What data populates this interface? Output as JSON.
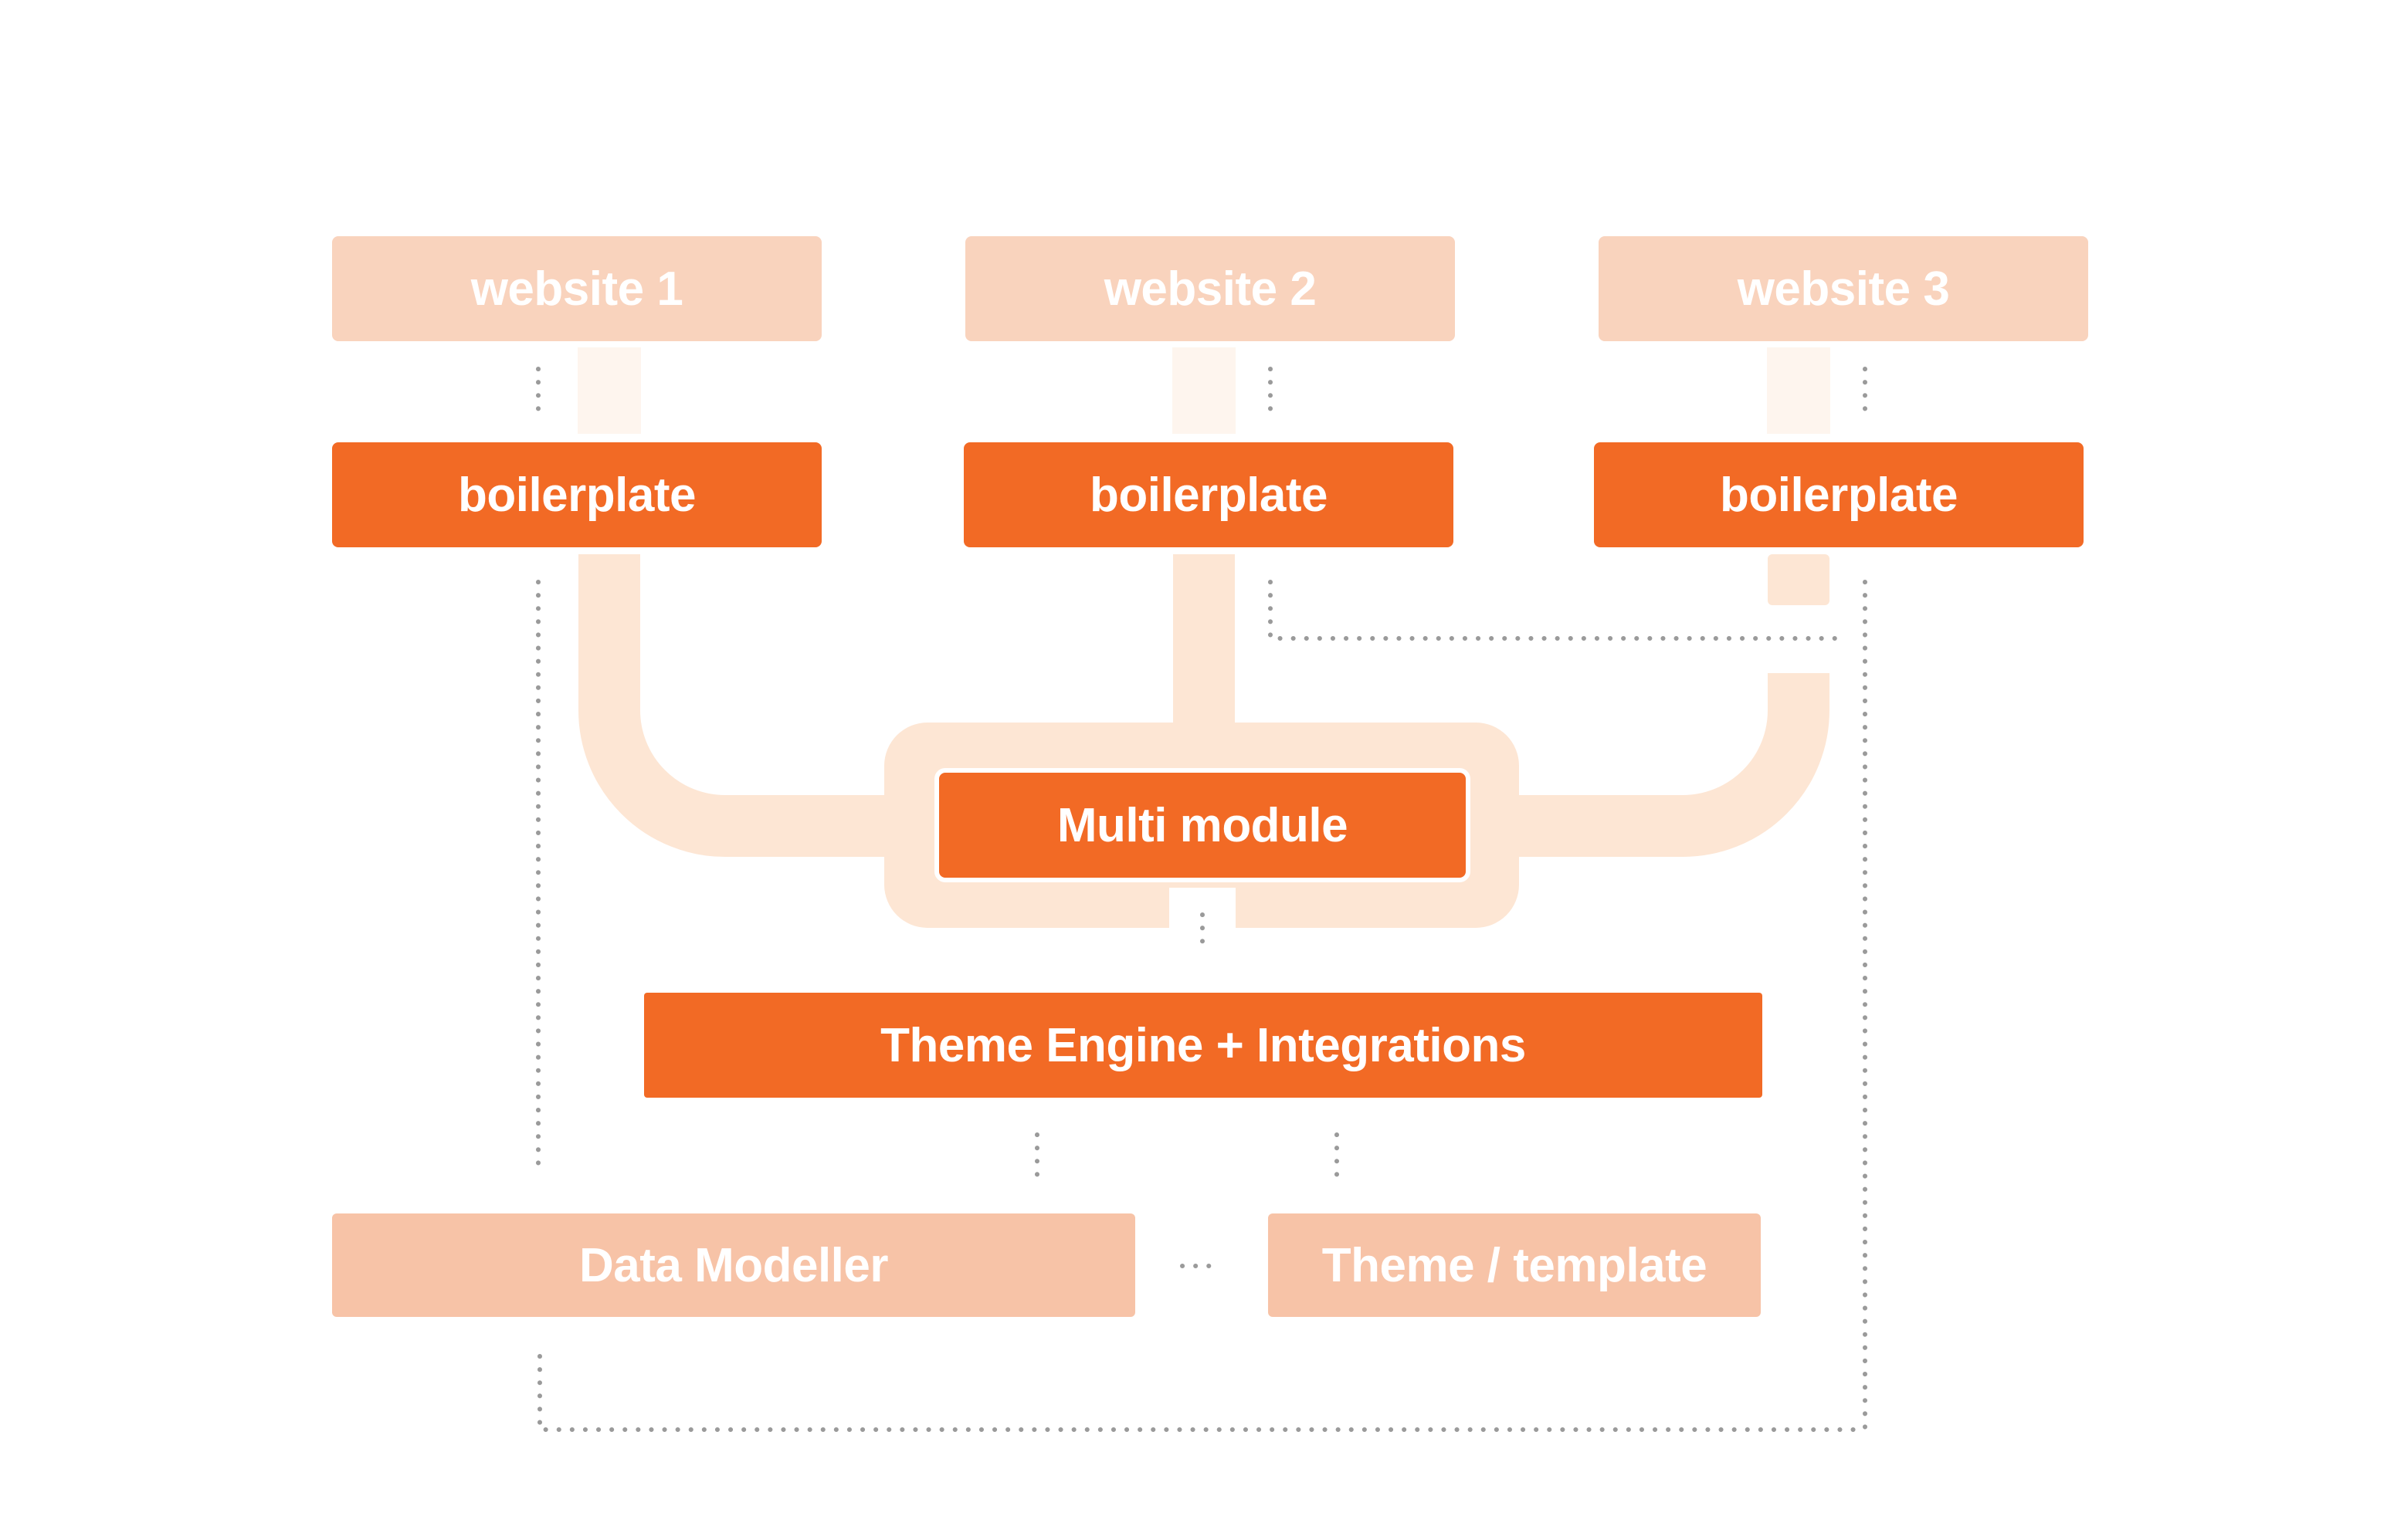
{
  "diagram": {
    "websites": [
      "website 1",
      "website 2",
      "website 3"
    ],
    "boilerplates": [
      "boilerplate",
      "boilerplate",
      "boilerplate"
    ],
    "multi_module": "Multi module",
    "theme_engine": "Theme Engine + Integrations",
    "data_modeller": "Data Modeller",
    "theme_template": "Theme / template"
  },
  "colors": {
    "accent": "#f26a25",
    "light_box": "#f9d3bd",
    "muted_box": "#f7c3a7",
    "pipe": "#fde6d4",
    "dotted_line": "#9a9a9a",
    "text": "#ffffff"
  }
}
